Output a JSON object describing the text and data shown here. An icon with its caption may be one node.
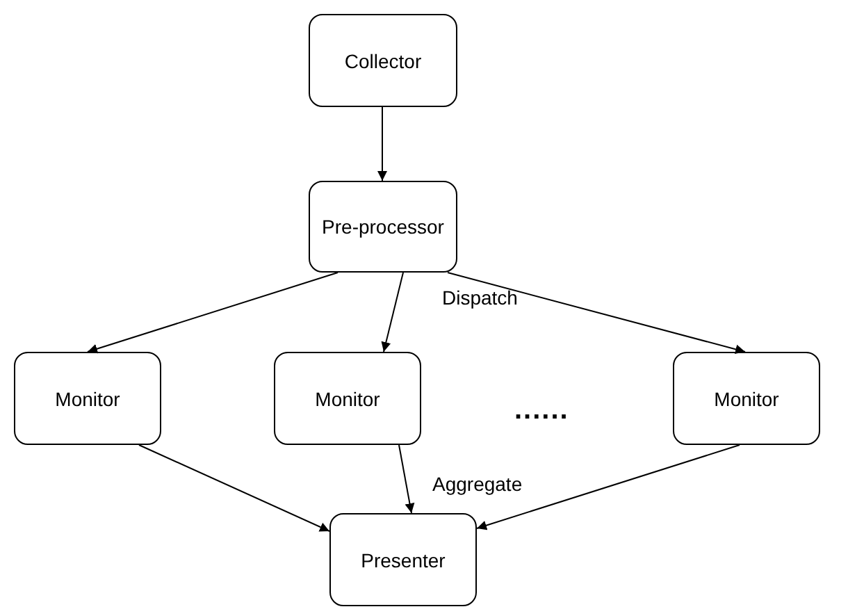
{
  "diagram": {
    "nodes": [
      {
        "text": [
          "Collector"
        ]
      },
      {
        "text": [
          "Pre-processor"
        ]
      },
      {
        "text": [
          "Monitor"
        ]
      },
      {
        "text": [
          "Monitor"
        ]
      },
      {
        "text": [
          "Monitor"
        ]
      },
      {
        "text": [
          "Presenter"
        ]
      }
    ],
    "edges": [
      {
        "from": 0,
        "to": 1,
        "arrow": "to"
      },
      {
        "from": 1,
        "to": 2,
        "arrow": "to"
      },
      {
        "from": 1,
        "to": 3,
        "arrow": "to"
      },
      {
        "from": 1,
        "to": 4,
        "arrow": "to"
      },
      {
        "from": 2,
        "to": 5,
        "arrow": "to"
      },
      {
        "from": 3,
        "to": 5,
        "arrow": "to"
      },
      {
        "from": 4,
        "to": 5,
        "arrow": "to"
      }
    ],
    "labels": [
      "Dispatch",
      "......",
      "Aggregate"
    ]
  }
}
